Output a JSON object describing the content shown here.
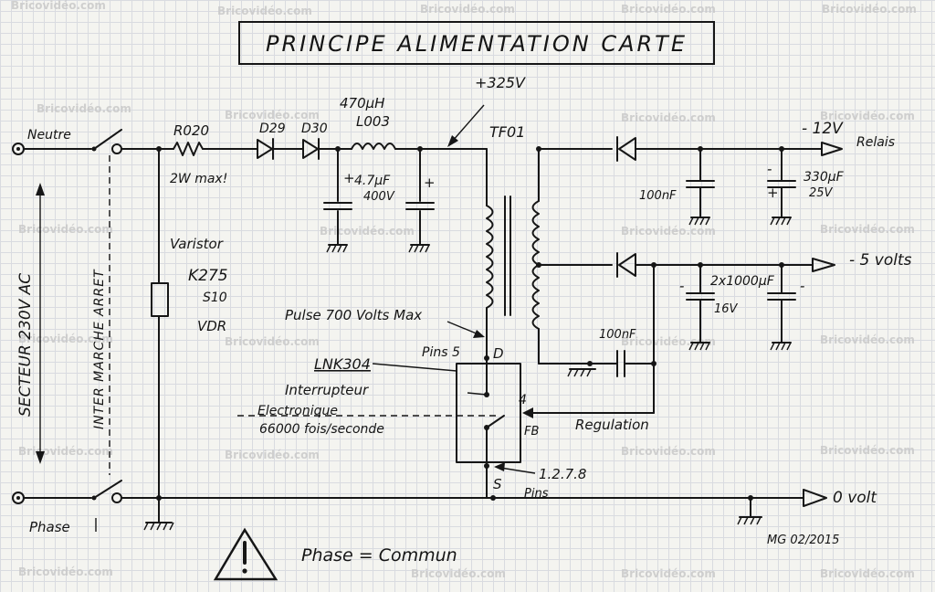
{
  "title": "PRINCIPE ALIMENTATION CARTE",
  "watermark": "Bricovidéo.com",
  "labels": {
    "neutre": "Neutre",
    "phase": "Phase",
    "secteur": "SECTEUR 230V AC",
    "inter": "INTER MARCHE ARRET",
    "r020": "R020",
    "r020_note": "2W max!",
    "d29": "D29",
    "d30": "D30",
    "l003_val": "470µH",
    "l003": "L003",
    "c1_val": "4.7µF",
    "c1_volt": "400V",
    "plus": "+",
    "minus": "-",
    "v325": "+325V",
    "tf01": "TF01",
    "v12": "- 12V",
    "relais": "Relais",
    "c100nf_a": "100nF",
    "c330_val": "330µF",
    "c330_volt": "25V",
    "v5": "- 5 volts",
    "c2x1000": "2x1000µF",
    "c16v": "16V",
    "c100nf_b": "100nF",
    "varistor": "Varistor",
    "k275": "K275",
    "s10": "S10",
    "vdr": "VDR",
    "pulse": "Pulse 700 Volts Max",
    "pins5": "Pins 5",
    "pin_d": "D",
    "lnk": "LNK304",
    "interrupteur": "Interrupteur",
    "electronique": "Electronique",
    "freq": "66000 fois/seconde",
    "pin4": "4",
    "fb": "FB",
    "regulation": "Regulation",
    "pins1278": "1.2.7.8",
    "pins": "Pins",
    "pin_s": "S",
    "ovolt": "0 volt",
    "phase_commun": "Phase = Commun",
    "signature": "MG 02/2015"
  },
  "colors": {
    "ink": "#161616",
    "paper": "#f4f4f0",
    "grid": "#d9dbe0"
  }
}
